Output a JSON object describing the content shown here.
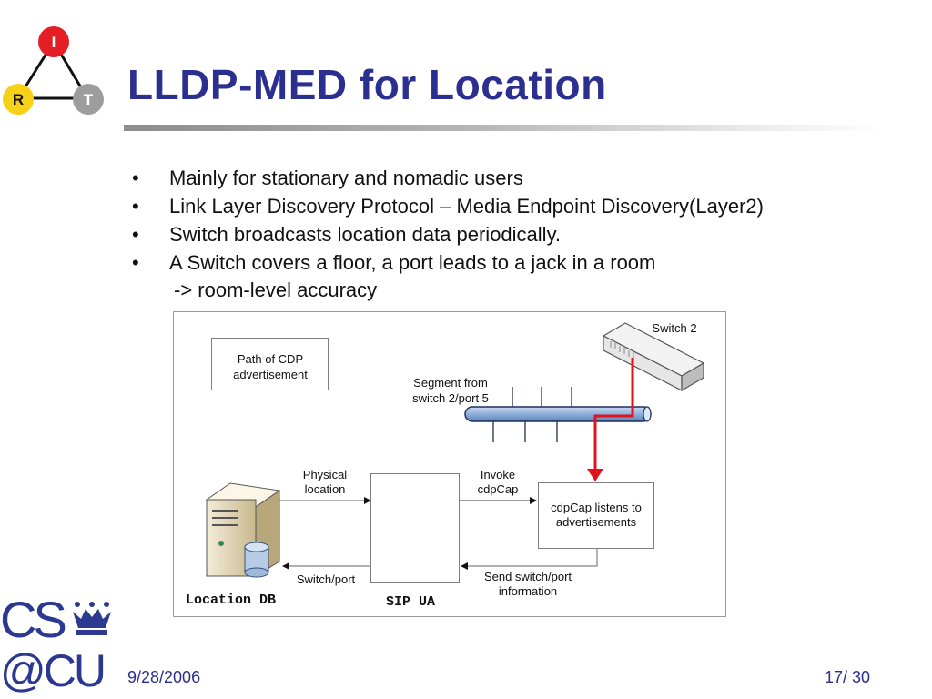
{
  "logo_irt": {
    "top": "I",
    "left": "R",
    "right": "T"
  },
  "title": "LLDP-MED for Location",
  "bullets": [
    "Mainly for stationary and nomadic users",
    "Link Layer Discovery Protocol – Media Endpoint Discovery(Layer2)",
    "Switch broadcasts location data periodically.",
    "A Switch covers a floor, a port leads to a jack in a room"
  ],
  "bullet_symbol": "•",
  "sub_line": "-> room-level accuracy",
  "diagram": {
    "legend": {
      "line1": "Path of CDP",
      "line2": "advertisement"
    },
    "switch_label": "Switch 2",
    "segment": {
      "line1": "Segment from",
      "line2": "switch 2/port 5"
    },
    "physical_location": {
      "line1": "Physical",
      "line2": "location"
    },
    "invoke": {
      "line1": "Invoke",
      "line2": "cdpCap"
    },
    "cdpcap": {
      "line1": "cdpCap listens to",
      "line2": "advertisements"
    },
    "switch_port": "Switch/port",
    "send_switch_port": {
      "line1": "Send switch/port",
      "line2": "information"
    },
    "location_db": "Location DB",
    "sip_ua": "SIP UA"
  },
  "footer": {
    "logo_top": "CS",
    "logo_bottom": "@CU",
    "date": "9/28/2006",
    "page": "17/ 30"
  },
  "colors": {
    "title": "#2b2f8f",
    "path": "#e0121c",
    "logo_blue": "#2b3990"
  }
}
